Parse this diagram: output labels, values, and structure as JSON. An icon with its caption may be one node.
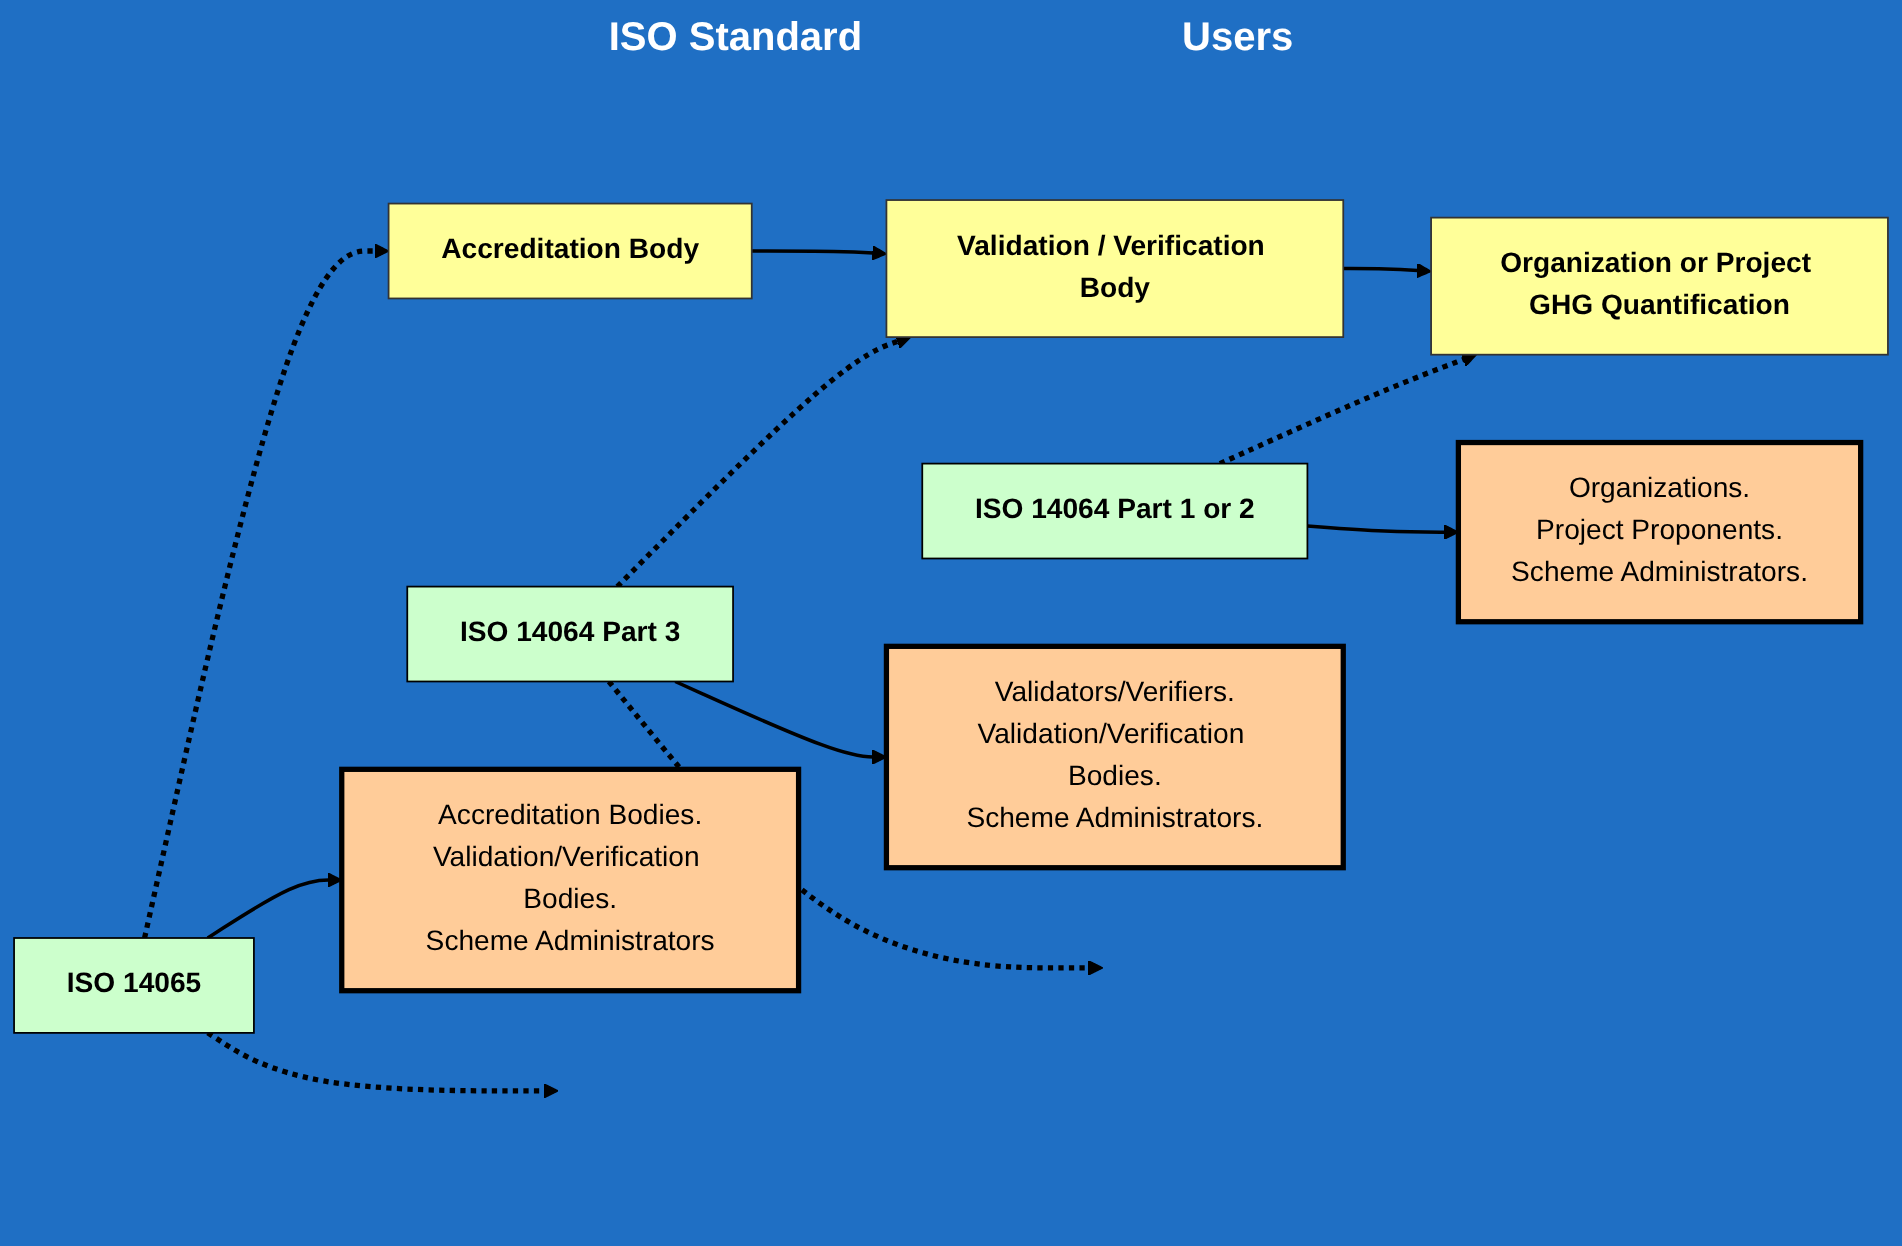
{
  "diagram": {
    "nodes": [
      {
        "text": [
          "Accreditation Body"
        ]
      },
      {
        "text": [
          "Validation / Verification Body"
        ]
      },
      {
        "text": [
          "Organization or Project GHG Quantification"
        ]
      },
      {
        "text": [
          "ISO 14065"
        ]
      },
      {
        "text": [
          "ISO 14064 Part 3"
        ]
      },
      {
        "text": [
          "ISO 14064 Part 1 or 2"
        ]
      },
      {
        "text": [
          "Accreditation Bodies.",
          "Validation/Verification Bodies.",
          "Scheme Administrators"
        ]
      },
      {
        "text": [
          "Validators/Verifiers.",
          "Validation/Verification Bodies.",
          "Scheme Administrators."
        ]
      },
      {
        "text": [
          "Organizations.",
          "Project Proponents.",
          "Scheme Administrators."
        ]
      }
    ],
    "edges": [
      {
        "from": 0,
        "to": 1,
        "arrow": "to"
      },
      {
        "from": 1,
        "to": 2,
        "arrow": "to"
      },
      {
        "from": 3,
        "to": 0,
        "arrow": "to",
        "style": "dashed"
      },
      {
        "from": 3,
        "to": null,
        "arrow": "to",
        "style": "dashed"
      },
      {
        "from": 3,
        "to": 6,
        "arrow": "to"
      },
      {
        "from": 4,
        "to": 1,
        "arrow": "to",
        "style": "dashed"
      },
      {
        "from": 4,
        "to": null,
        "arrow": "to",
        "style": "dashed"
      },
      {
        "from": 4,
        "to": 7,
        "arrow": "to"
      },
      {
        "from": 5,
        "to": 2,
        "arrow": "to",
        "style": "dashed"
      },
      {
        "from": 5,
        "to": 8,
        "arrow": "to"
      }
    ],
    "labels": [
      "ISO Standard",
      "Users"
    ]
  }
}
